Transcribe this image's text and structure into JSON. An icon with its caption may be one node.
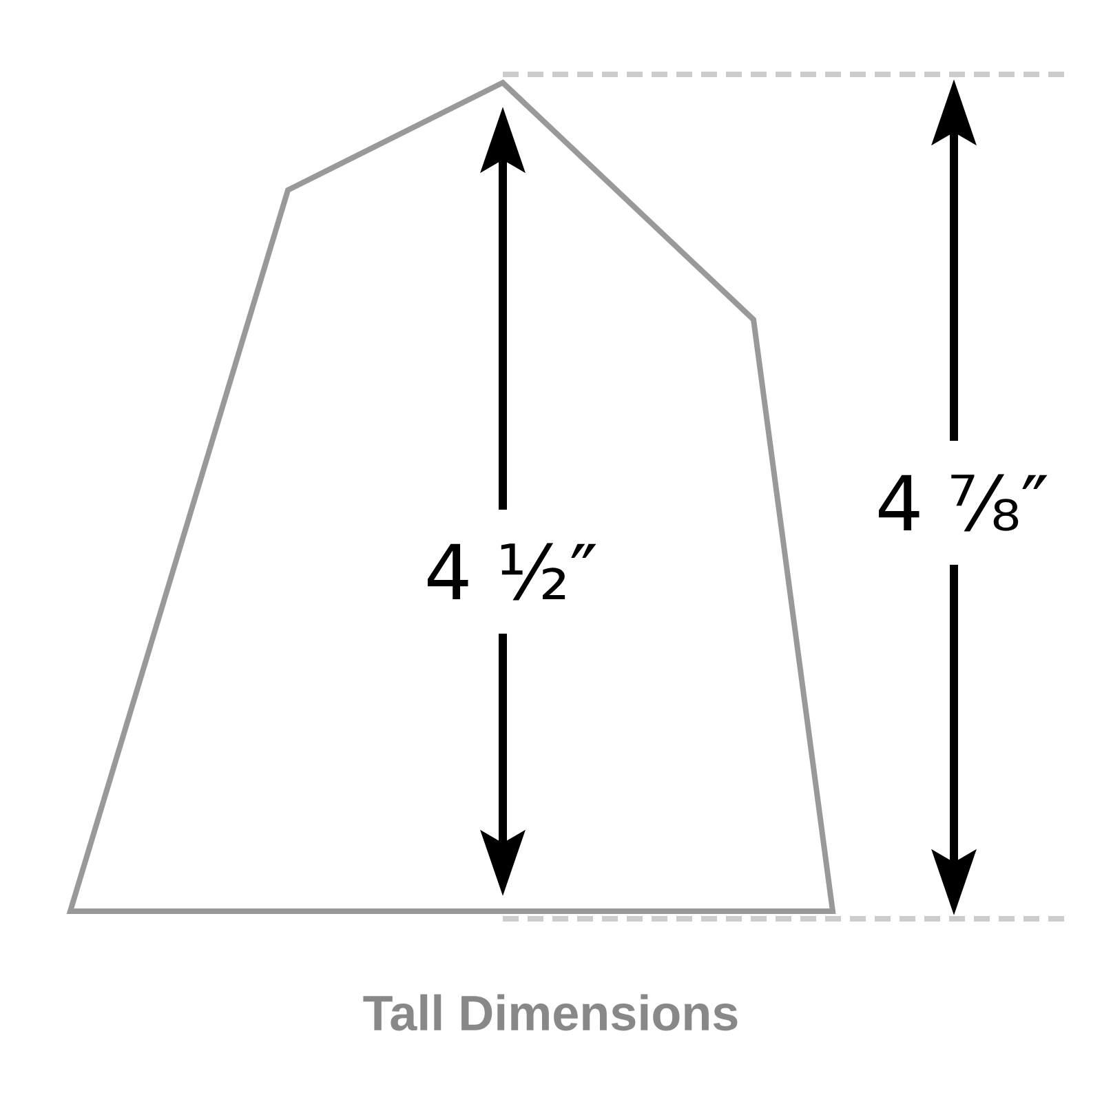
{
  "diagram": {
    "title": "Tall Dimensions",
    "labels": [
      "4 ½″",
      "4 ⅞″"
    ]
  }
}
